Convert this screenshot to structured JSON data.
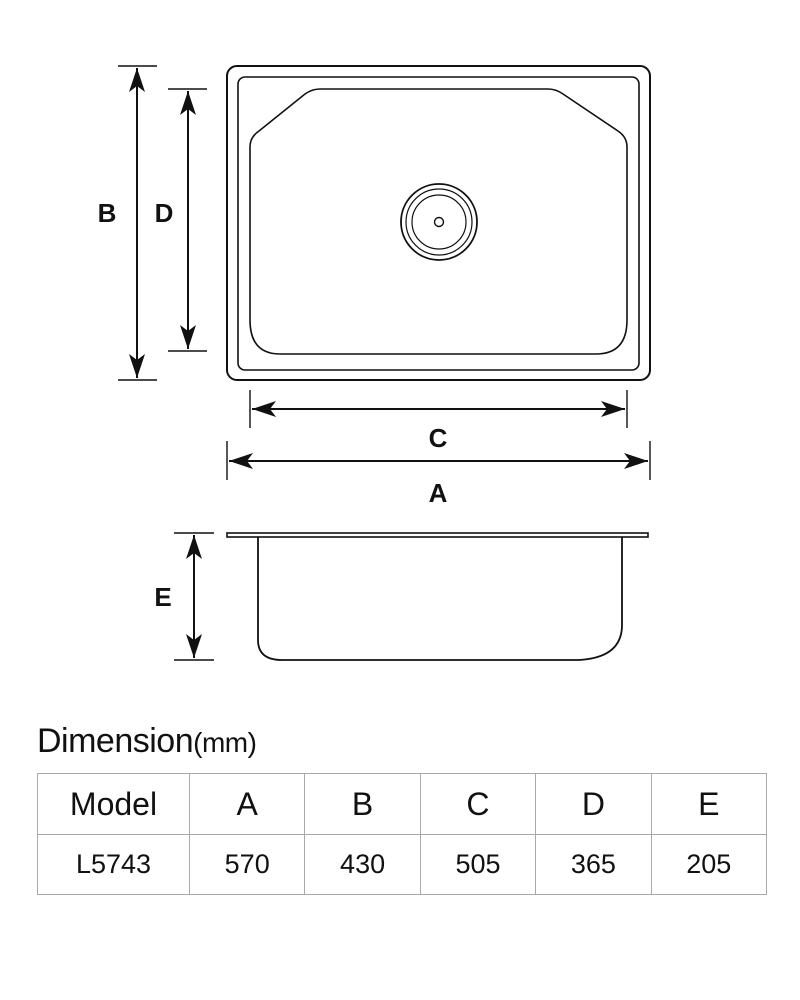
{
  "diagram": {
    "labels": {
      "a": "A",
      "b": "B",
      "c": "C",
      "d": "D",
      "e": "E"
    }
  },
  "table": {
    "title": "Dimension",
    "unit": "(mm)",
    "headers": [
      "Model",
      "A",
      "B",
      "C",
      "D",
      "E"
    ],
    "rows": [
      [
        "L5743",
        "570",
        "430",
        "505",
        "365",
        "205"
      ]
    ]
  }
}
